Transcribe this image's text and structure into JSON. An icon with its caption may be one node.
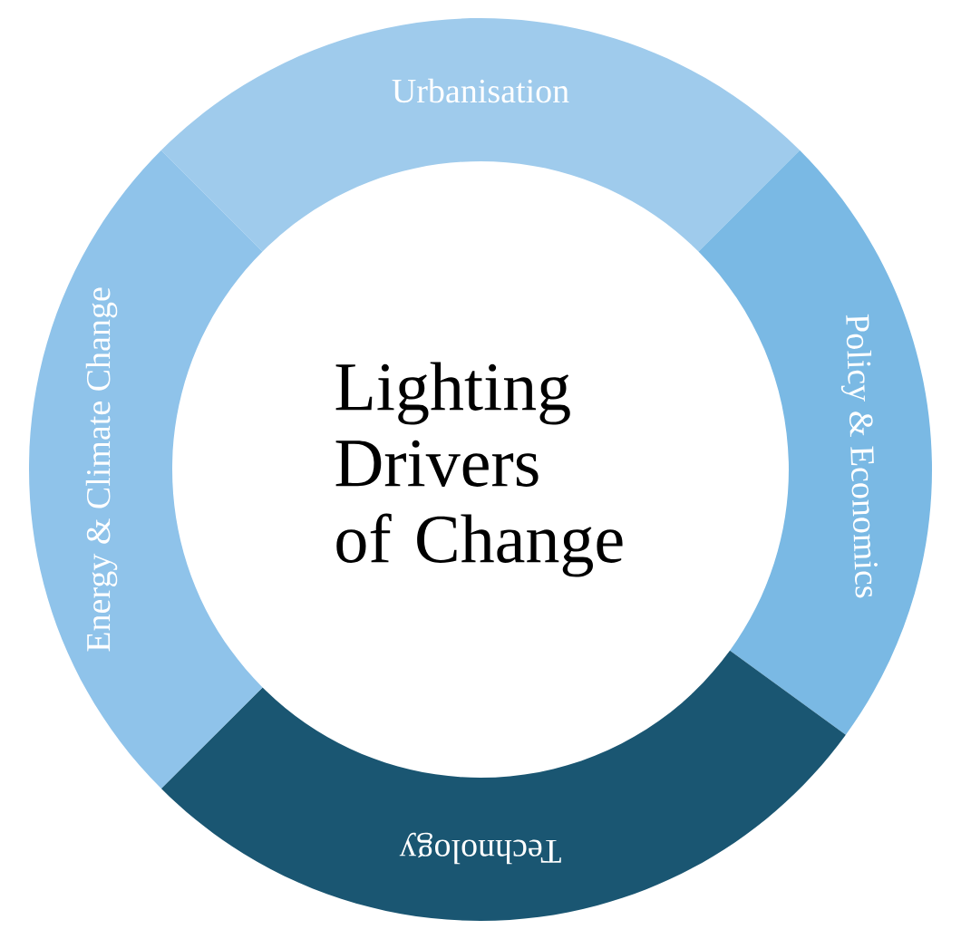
{
  "diagram": {
    "nodes": [
      {
        "text": [
          "Urbanisation"
        ]
      },
      {
        "text": [
          "Policy & Economics"
        ]
      },
      {
        "text": [
          "Technology"
        ]
      },
      {
        "text": [
          "Energy & Climate Change"
        ]
      },
      {
        "text": [
          "Lighting Drivers of Change"
        ]
      }
    ]
  }
}
